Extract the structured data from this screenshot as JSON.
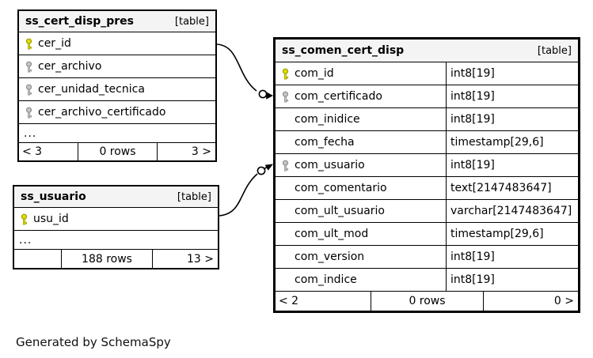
{
  "page": {
    "background": "#ffffff",
    "footer_note": "Generated by SchemaSpy"
  },
  "colors": {
    "primary_key": "#e0e000",
    "secondary_key": "#c6c6c6",
    "header_bg": "#f4f4f4",
    "border": "#000000"
  },
  "icons": {
    "primary_key": "yellow-key-icon",
    "secondary_key": "gray-key-icon"
  },
  "tables": [
    {
      "name": "ss_cert_disp_pres",
      "type_label": "[table]",
      "columns": [
        {
          "name": "cer_id",
          "key": "primary"
        },
        {
          "name": "cer_archivo",
          "key": "gray"
        },
        {
          "name": "cer_unidad_tecnica",
          "key": "gray"
        },
        {
          "name": "cer_archivo_certificado",
          "key": "gray"
        }
      ],
      "ellipsis": "...",
      "footer": {
        "left": "< 3",
        "center": "0 rows",
        "right": "3 >"
      }
    },
    {
      "name": "ss_usuario",
      "type_label": "[table]",
      "columns": [
        {
          "name": "usu_id",
          "key": "primary"
        }
      ],
      "ellipsis": "...",
      "footer": {
        "left": "",
        "center": "188 rows",
        "right": "13 >"
      }
    },
    {
      "name": "ss_comen_cert_disp",
      "type_label": "[table]",
      "columns": [
        {
          "name": "com_id",
          "key": "primary",
          "type": "int8[19]"
        },
        {
          "name": "com_certificado",
          "key": "gray",
          "type": "int8[19]"
        },
        {
          "name": "com_inidice",
          "key": "none",
          "type": "int8[19]"
        },
        {
          "name": "com_fecha",
          "key": "none",
          "type": "timestamp[29,6]"
        },
        {
          "name": "com_usuario",
          "key": "gray",
          "type": "int8[19]"
        },
        {
          "name": "com_comentario",
          "key": "none",
          "type": "text[2147483647]"
        },
        {
          "name": "com_ult_usuario",
          "key": "none",
          "type": "varchar[2147483647]"
        },
        {
          "name": "com_ult_mod",
          "key": "none",
          "type": "timestamp[29,6]"
        },
        {
          "name": "com_version",
          "key": "none",
          "type": "int8[19]"
        },
        {
          "name": "com_indice",
          "key": "none",
          "type": "int8[19]"
        }
      ],
      "footer": {
        "left": "< 2",
        "center": "0 rows",
        "right": "0 >"
      }
    }
  ],
  "relationships": [
    {
      "from_table": "ss_cert_disp_pres",
      "from_column": "cer_id",
      "to_table": "ss_comen_cert_disp",
      "to_column": "com_certificado"
    },
    {
      "from_table": "ss_usuario",
      "from_column": "usu_id",
      "to_table": "ss_comen_cert_disp",
      "to_column": "com_usuario"
    }
  ]
}
